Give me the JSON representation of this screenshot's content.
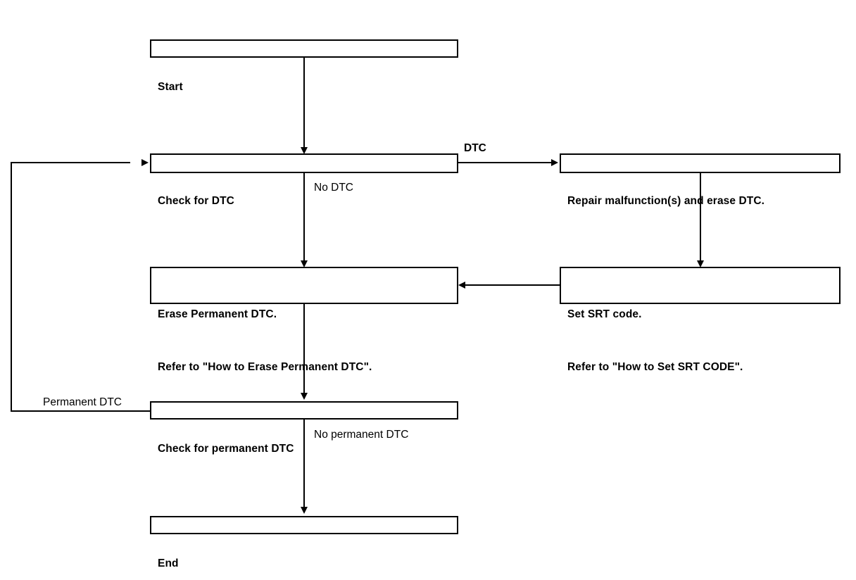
{
  "diagram": {
    "title": "DTC / Permanent DTC inspection flow",
    "line_color": "#000000",
    "background": "#ffffff",
    "nodes": [
      {
        "id": "start",
        "label": "Start"
      },
      {
        "id": "check_dtc",
        "label": "Check for DTC"
      },
      {
        "id": "repair",
        "label": "Repair malfunction(s) and erase DTC."
      },
      {
        "id": "erase_perm_l1",
        "label": "Erase Permanent DTC."
      },
      {
        "id": "erase_perm_l2",
        "label": "Refer to \"How to Erase Permanent DTC\"."
      },
      {
        "id": "set_srt_l1",
        "label": "Set SRT code."
      },
      {
        "id": "set_srt_l2",
        "label": "Refer to \"How to Set SRT CODE\"."
      },
      {
        "id": "check_perm",
        "label": "Check for permanent DTC"
      },
      {
        "id": "end",
        "label": "End"
      }
    ],
    "edge_labels": [
      {
        "id": "dtc",
        "label": "DTC",
        "bold": true
      },
      {
        "id": "no_dtc",
        "label": "No DTC",
        "bold": false
      },
      {
        "id": "permanent_dtc",
        "label": "Permanent DTC",
        "bold": false
      },
      {
        "id": "no_perm_dtc",
        "label": "No permanent DTC",
        "bold": false
      }
    ]
  }
}
